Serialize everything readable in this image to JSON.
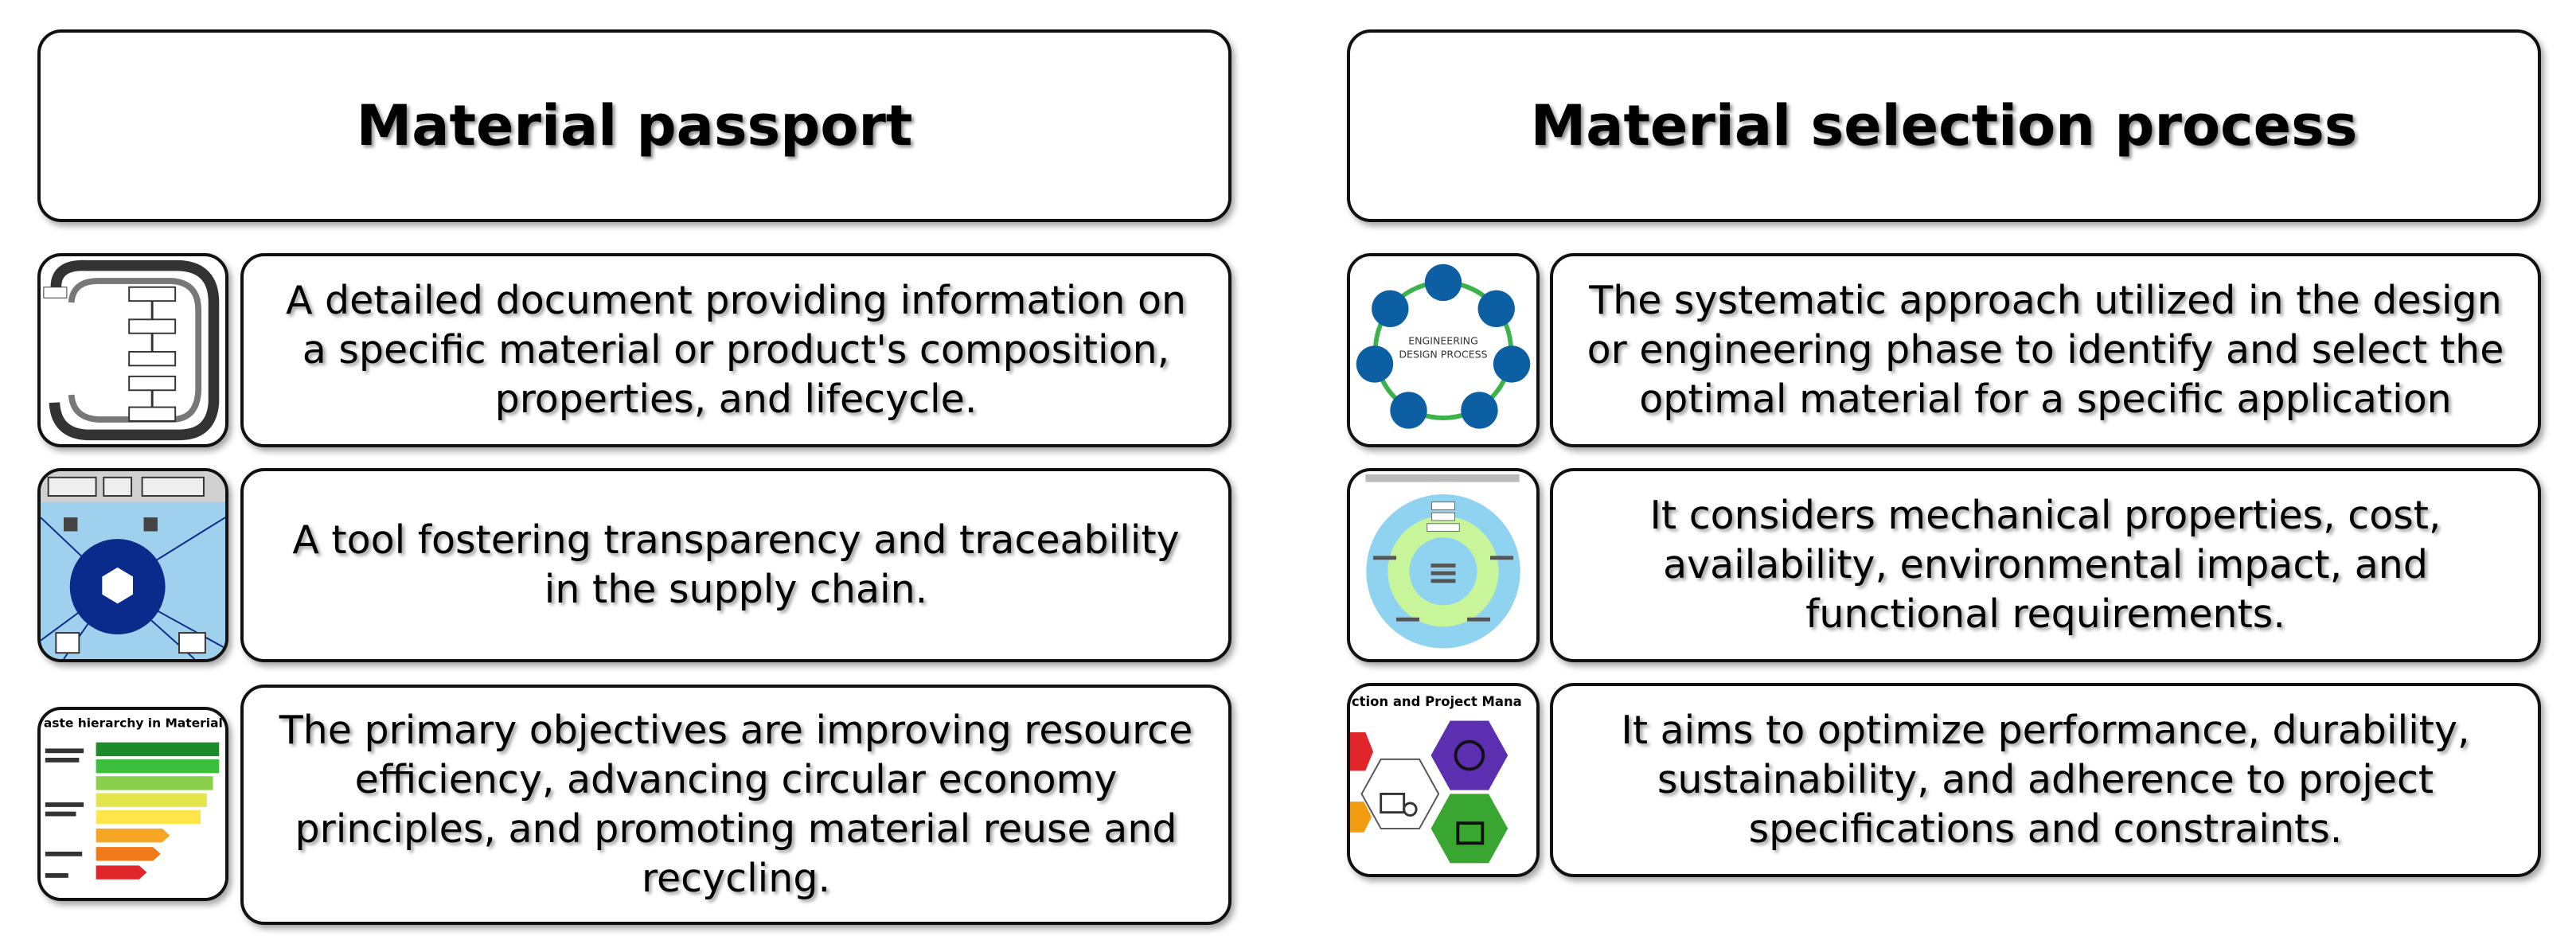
{
  "left": {
    "title": "Material passport",
    "rows": [
      {
        "text": "A detailed document providing information on a specific material or product's composition, properties, and lifecycle.",
        "icon": "lifecycle-diagram-icon"
      },
      {
        "text": "A tool fostering transparency and traceability in the supply chain.",
        "icon": "supply-chain-diagram-icon"
      },
      {
        "text": "The primary objectives are improving resource efficiency, advancing circular economy principles, and promoting material reuse and recycling.",
        "icon": "waste-hierarchy-icon"
      }
    ],
    "thumb_labels": {
      "waste_hierarchy_title": "aste hierarchy in Material Ef"
    }
  },
  "right": {
    "title": "Material selection process",
    "rows": [
      {
        "text": "The systematic approach utilized in the design or engineering phase to identify and select the optimal material for a specific application",
        "icon": "engineering-design-process-icon"
      },
      {
        "text": "It considers mechanical properties, cost, availability, environmental impact, and functional requirements.",
        "icon": "organizational-circle-diagram-icon"
      },
      {
        "text": "It aims to optimize performance, durability, sustainability, and adherence to project specifications and constraints.",
        "icon": "project-management-hexagon-icon"
      }
    ],
    "thumb_labels": {
      "design_process_line1": "ENGINEERING",
      "design_process_line2": "DESIGN PROCESS",
      "project_mgmt_title": "ction and Project Mana"
    }
  },
  "colors": {
    "border": "#111111",
    "blue_dark": "#0a2a8c",
    "blue_light": "#8fd3f0",
    "green_ring": "#3cb34a",
    "circle_blue": "#0d5fa3",
    "hex_purple": "#5b2fb0",
    "hex_green": "#3aa632",
    "hex_red": "#e0262b",
    "hex_orange": "#f39c12"
  }
}
